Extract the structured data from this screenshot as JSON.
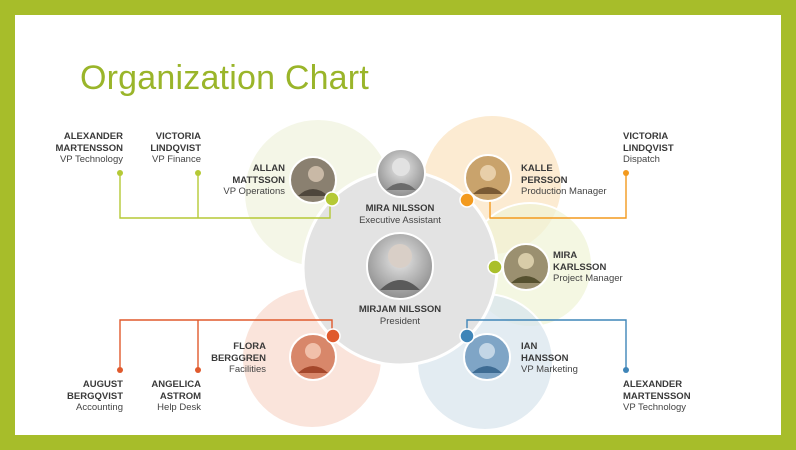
{
  "title": "Organization Chart",
  "colors": {
    "border": "#a7bd2a",
    "accent_green": "#b5c936",
    "accent_orange": "#f39a1e",
    "accent_lime": "#aabf2b",
    "accent_red": "#e05a2d",
    "accent_blue": "#3f85b8",
    "center_gray": "#e3e3e3"
  },
  "center": {
    "name": "MIRJAM NILSSON",
    "role": "President"
  },
  "assistant": {
    "name": "MIRA NILSSON",
    "role": "Executive Assistant"
  },
  "managers": {
    "operations": {
      "name_line1": "ALLAN",
      "name_line2": "MATTSSON",
      "role": "VP Operations"
    },
    "production": {
      "name_line1": "KALLE",
      "name_line2": "PERSSON",
      "role": "Production Manager"
    },
    "project": {
      "name_line1": "MIRA",
      "name_line2": "KARLSSON",
      "role": "Project Manager"
    },
    "facilities": {
      "name_line1": "FLORA",
      "name_line2": "BERGGREN",
      "role": "Facilities"
    },
    "marketing": {
      "name_line1": "IAN",
      "name_line2": "HANSSON",
      "role": "VP Marketing"
    }
  },
  "reports": {
    "top_left_1": {
      "name_line1": "ALEXANDER",
      "name_line2": "MARTENSSON",
      "role": "VP Technology"
    },
    "top_left_2": {
      "name_line1": "VICTORIA",
      "name_line2": "LINDQVIST",
      "role": "VP Finance"
    },
    "top_right": {
      "name_line1": "VICTORIA",
      "name_line2": "LINDQVIST",
      "role": "Dispatch"
    },
    "bottom_left_1": {
      "name_line1": "AUGUST",
      "name_line2": "BERGQVIST",
      "role": "Accounting"
    },
    "bottom_left_2": {
      "name_line1": "ANGELICA",
      "name_line2": "ASTROM",
      "role": "Help Desk"
    },
    "bottom_right": {
      "name_line1": "ALEXANDER",
      "name_line2": "MARTENSSON",
      "role": "VP Technology"
    }
  }
}
